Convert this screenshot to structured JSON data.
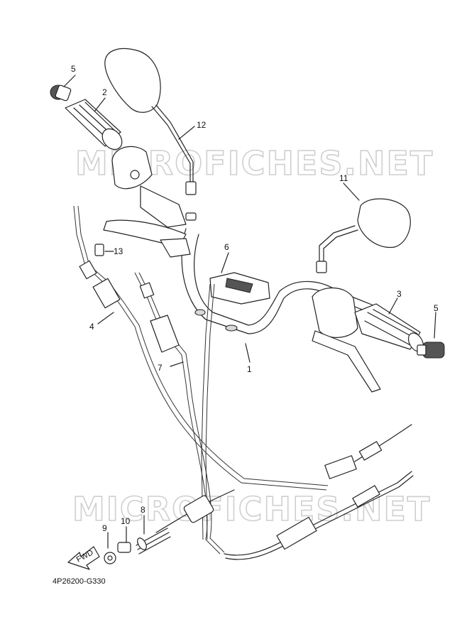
{
  "diagram": {
    "watermark_text": "MICROFICHES.NET",
    "drawing_code": "4P26200-G330",
    "fwd_label": "FWD",
    "callouts": [
      "1",
      "2",
      "3",
      "4",
      "5",
      "5",
      "6",
      "7",
      "8",
      "9",
      "10",
      "11",
      "12",
      "13"
    ]
  }
}
